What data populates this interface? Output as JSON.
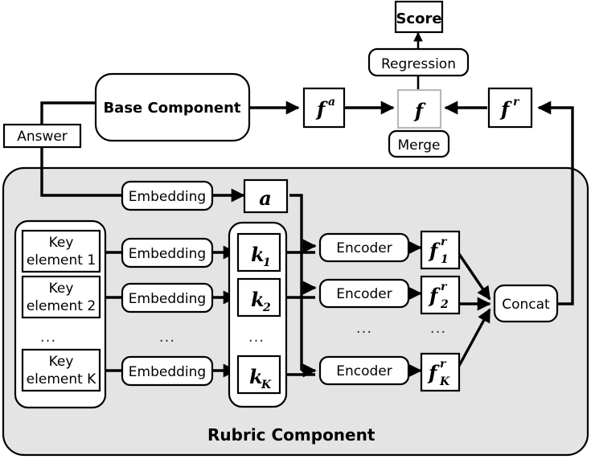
{
  "diagram": {
    "title": "Rubric Component",
    "colors": {
      "panel_bg": "#e4e4e4",
      "box_fill": "#ffffff",
      "stroke": "#000000",
      "merge_box_border": "#b8b8b8"
    },
    "top_flow": {
      "answer": "Answer",
      "base_component": "Base Component",
      "f_a": "f",
      "f_a_sup": "a",
      "f_merge": "f",
      "merge_label": "Merge",
      "f_r": "f",
      "f_r_sup": "r",
      "regression": "Regression",
      "score": "Score"
    },
    "rubric": {
      "panel_label": "Rubric Component",
      "answer_embedding": "Embedding",
      "a_vector": "a",
      "ellipsis": "...",
      "concat": "Concat",
      "key_elements": [
        {
          "line1": "Key",
          "line2": "element 1"
        },
        {
          "line1": "Key",
          "line2": "element 2"
        },
        {
          "line1": "Key",
          "line2": "element K"
        }
      ],
      "key_embeddings": [
        "Embedding",
        "Embedding",
        "Embedding"
      ],
      "k_vectors": [
        {
          "base": "k",
          "sub": "1"
        },
        {
          "base": "k",
          "sub": "2"
        },
        {
          "base": "k",
          "sub": "K"
        }
      ],
      "encoders": [
        "Encoder",
        "Encoder",
        "Encoder"
      ],
      "f_r_outputs": [
        {
          "base": "f",
          "sup": "r",
          "sub": "1"
        },
        {
          "base": "f",
          "sup": "r",
          "sub": "2"
        },
        {
          "base": "f",
          "sup": "r",
          "sub": "K"
        }
      ]
    }
  }
}
